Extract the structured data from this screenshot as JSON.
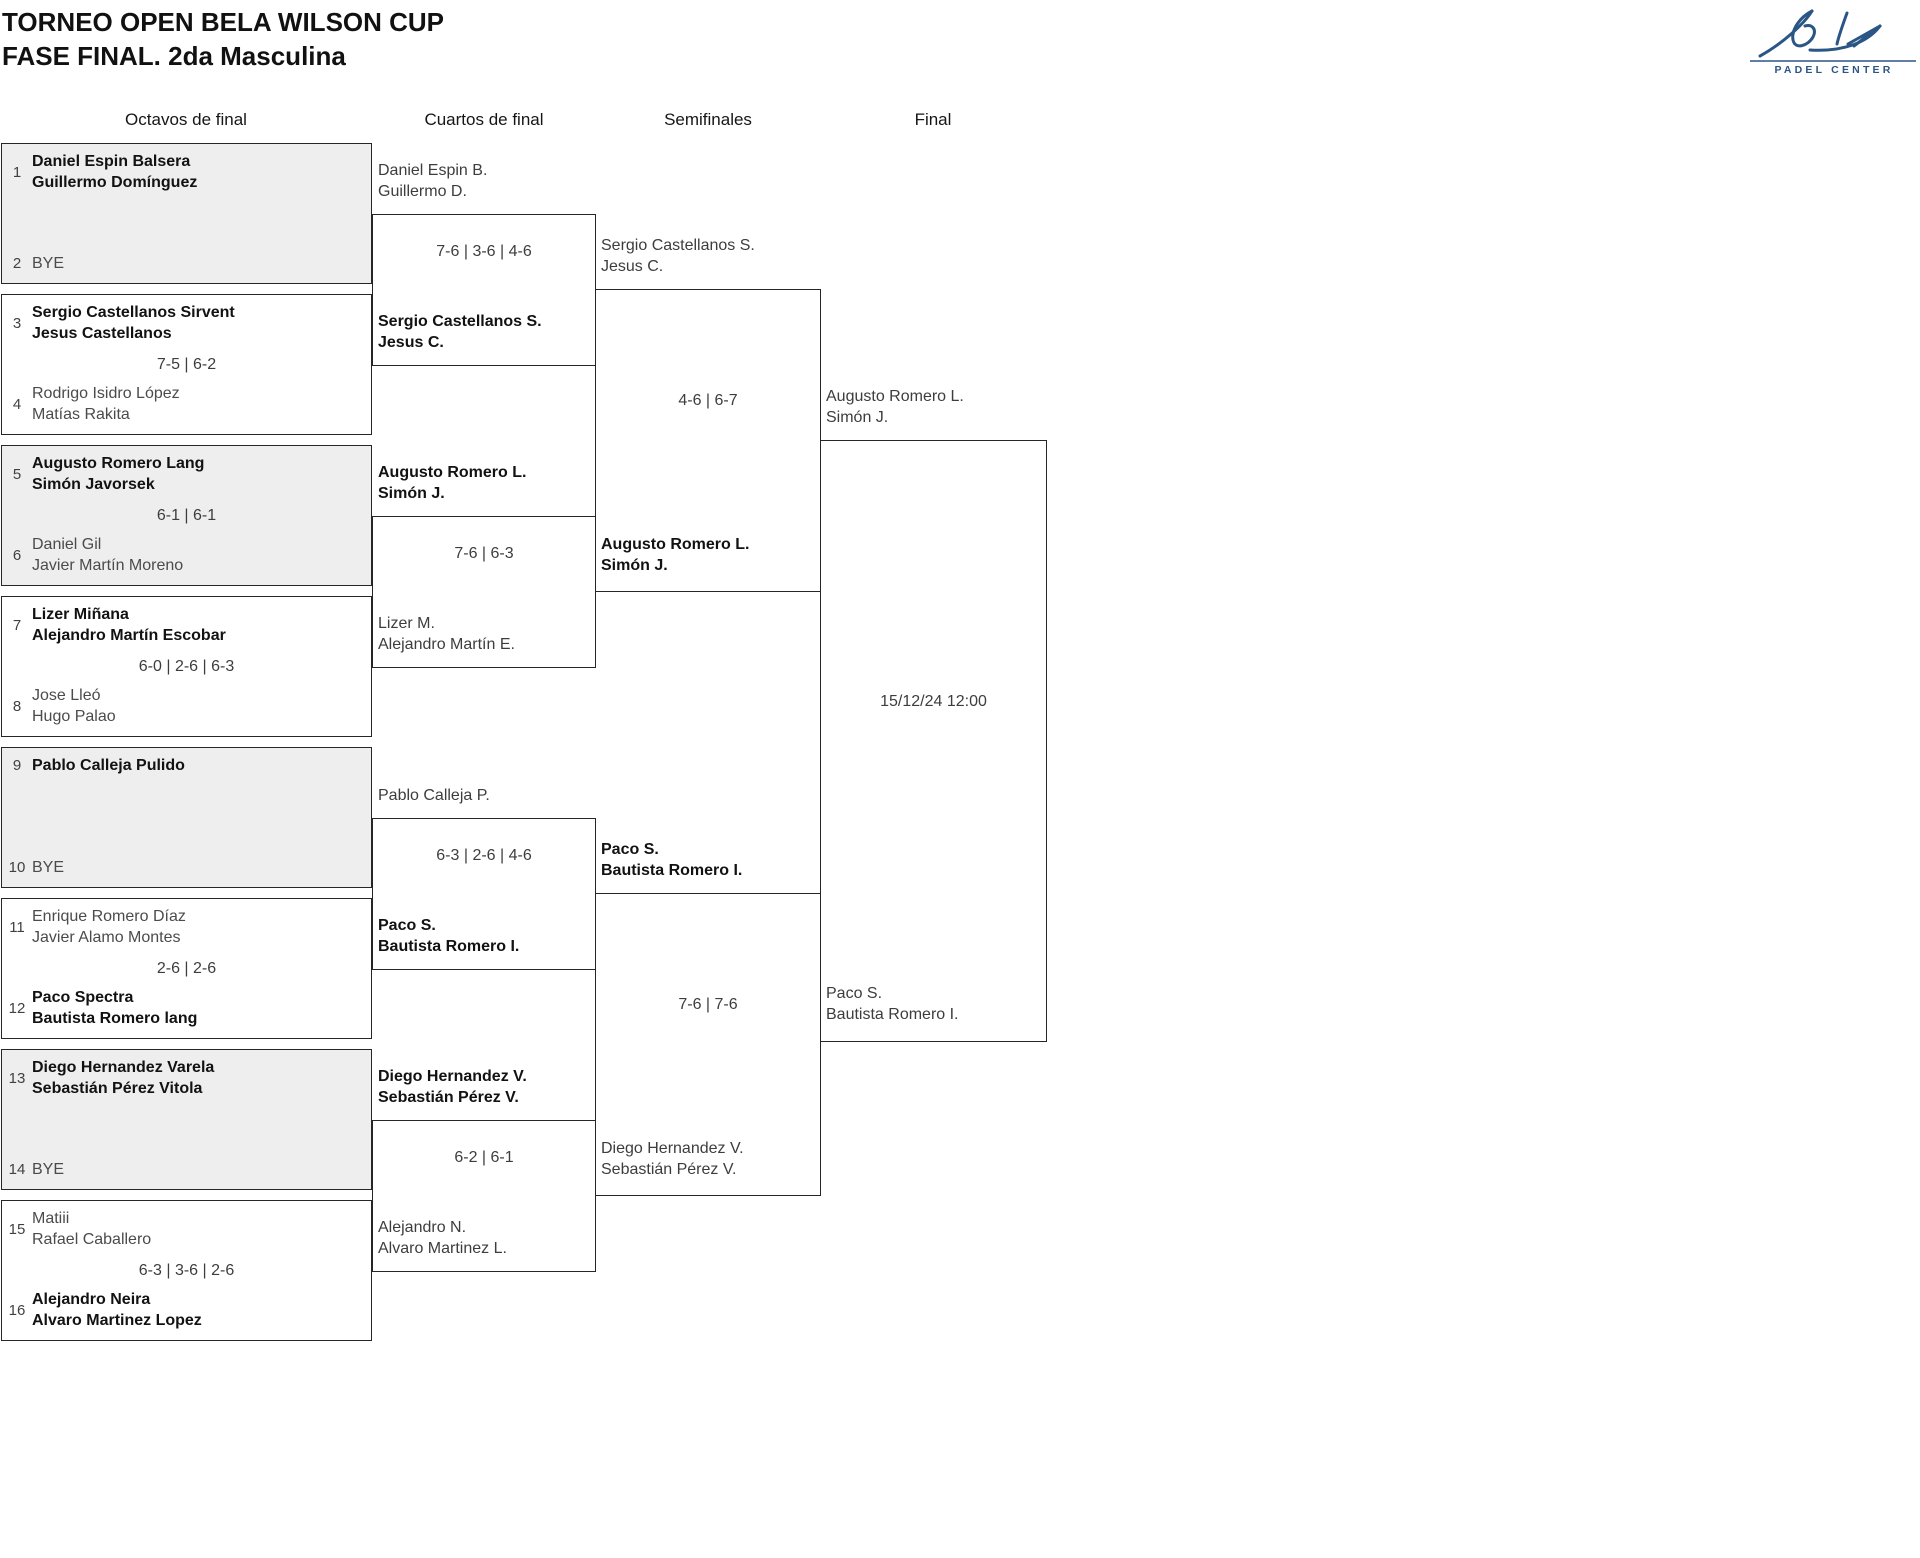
{
  "header": {
    "title_line1": "TORNEO OPEN BELA WILSON CUP",
    "title_line2": "FASE FINAL. 2da Masculina",
    "logo_text": "PADEL CENTER"
  },
  "columns": [
    "Octavos de final",
    "Cuartos de final",
    "Semifinales",
    "Final"
  ],
  "colors": {
    "logo_navy": "#2a5686",
    "shaded_box": "#eeeeee",
    "border": "#262626"
  },
  "bracket": {
    "r16": [
      {
        "seed_a": "1",
        "team_a": [
          "Daniel Espin Balsera",
          "Guillermo Domínguez"
        ],
        "winner": "a",
        "score": "",
        "seed_b": "2",
        "team_b": [
          "BYE"
        ]
      },
      {
        "seed_a": "3",
        "team_a": [
          "Sergio Castellanos Sirvent",
          "Jesus Castellanos"
        ],
        "winner": "a",
        "score": "7-5 | 6-2",
        "seed_b": "4",
        "team_b": [
          "Rodrigo Isidro López",
          "Matías Rakita"
        ]
      },
      {
        "seed_a": "5",
        "team_a": [
          "Augusto Romero Lang",
          "Simón Javorsek"
        ],
        "winner": "a",
        "score": "6-1 | 6-1",
        "seed_b": "6",
        "team_b": [
          "Daniel Gil",
          "Javier Martín Moreno"
        ]
      },
      {
        "seed_a": "7",
        "team_a": [
          "Lizer Miñana",
          "Alejandro Martín Escobar"
        ],
        "winner": "a",
        "score": "6-0 | 2-6 | 6-3",
        "seed_b": "8",
        "team_b": [
          "Jose Lleó",
          "Hugo Palao"
        ]
      },
      {
        "seed_a": "9",
        "team_a": [
          "Pablo Calleja Pulido"
        ],
        "winner": "a",
        "score": "",
        "seed_b": "10",
        "team_b": [
          "BYE"
        ]
      },
      {
        "seed_a": "11",
        "team_a": [
          "Enrique Romero Díaz",
          "Javier Alamo Montes"
        ],
        "winner": "b",
        "score": "2-6 | 2-6",
        "seed_b": "12",
        "team_b": [
          "Paco Spectra",
          "Bautista Romero lang"
        ]
      },
      {
        "seed_a": "13",
        "team_a": [
          "Diego Hernandez Varela",
          "Sebastián Pérez Vitola"
        ],
        "winner": "a",
        "score": "",
        "seed_b": "14",
        "team_b": [
          "BYE"
        ]
      },
      {
        "seed_a": "15",
        "team_a": [
          "Matiii",
          "Rafael Caballero"
        ],
        "winner": "b",
        "score": "6-3 | 3-6 | 2-6",
        "seed_b": "16",
        "team_b": [
          "Alejandro Neira",
          "Alvaro Martinez Lopez"
        ]
      }
    ],
    "qf": [
      {
        "team_a": [
          "Daniel Espin B.",
          "Guillermo D."
        ],
        "team_b": [
          "Sergio Castellanos S.",
          "Jesus C."
        ],
        "winner": "b",
        "score": "7-6 | 3-6 | 4-6"
      },
      {
        "team_a": [
          "Augusto Romero L.",
          "Simón J."
        ],
        "team_b": [
          "Lizer M.",
          "Alejandro Martín E."
        ],
        "winner": "a",
        "score": "7-6 | 6-3"
      },
      {
        "team_a": [
          "Pablo Calleja P."
        ],
        "team_b": [
          "Paco S.",
          "Bautista Romero I."
        ],
        "winner": "b",
        "score": "6-3 | 2-6 | 4-6"
      },
      {
        "team_a": [
          "Diego Hernandez V.",
          "Sebastián Pérez V."
        ],
        "team_b": [
          "Alejandro N.",
          "Alvaro Martinez L."
        ],
        "winner": "a",
        "score": "6-2 | 6-1"
      }
    ],
    "sf": [
      {
        "team_a": [
          "Sergio Castellanos S.",
          "Jesus C."
        ],
        "team_b": [
          "Augusto Romero L.",
          "Simón J."
        ],
        "winner": "b",
        "score": "4-6 | 6-7"
      },
      {
        "team_a": [
          "Paco S.",
          "Bautista Romero I."
        ],
        "team_b": [
          "Diego Hernandez V.",
          "Sebastián Pérez V."
        ],
        "winner": "a",
        "score": "7-6 | 7-6"
      }
    ],
    "final": {
      "team_a": [
        "Augusto Romero L.",
        "Simón J."
      ],
      "team_b": [
        "Paco S.",
        "Bautista Romero I."
      ],
      "scheduled": "15/12/24 12:00"
    }
  }
}
